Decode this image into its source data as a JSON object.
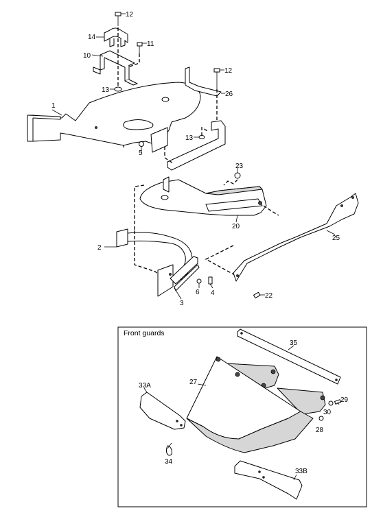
{
  "inset": {
    "title": "Front guards"
  },
  "labels": {
    "l1": "1",
    "l2": "2",
    "l3": "3",
    "l4": "4",
    "l5": "5",
    "l6": "6",
    "l10": "10",
    "l11": "11",
    "l12a": "12",
    "l12b": "12",
    "l13a": "13",
    "l13b": "13",
    "l14": "14",
    "l20": "20",
    "l22": "22",
    "l23": "23",
    "l25": "25",
    "l26": "26",
    "l27": "27",
    "l28": "28",
    "l29": "29",
    "l30": "30",
    "l33a": "33A",
    "l33b": "33B",
    "l34": "34",
    "l35": "35"
  }
}
